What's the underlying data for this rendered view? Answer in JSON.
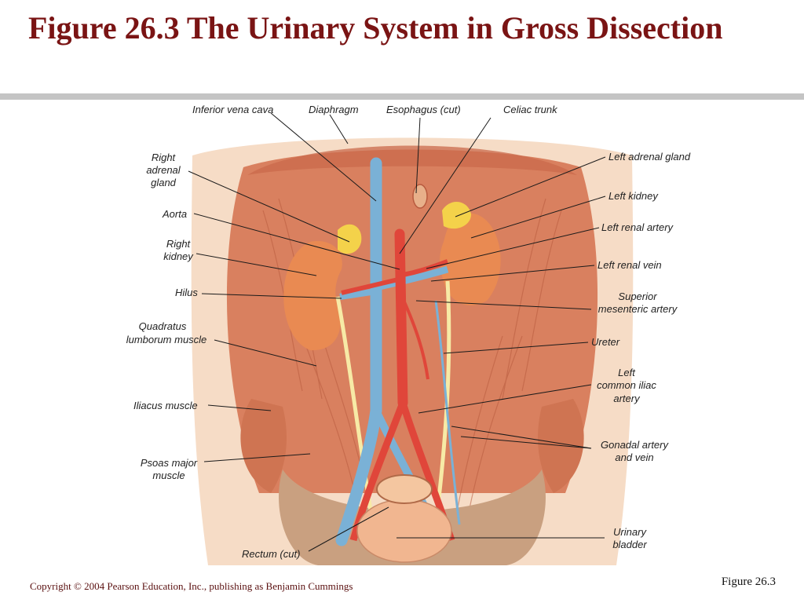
{
  "slide": {
    "title": "Figure 26.3  The Urinary System in Gross Dissection",
    "copyright": "Copyright © 2004 Pearson Education, Inc., publishing as Benjamin Cummings",
    "figure_ref": "Figure 26.3"
  },
  "labels": {
    "inferior_vena_cava": "Inferior vena cava",
    "diaphragm": "Diaphragm",
    "esophagus": "Esophagus (cut)",
    "celiac_trunk": "Celiac trunk",
    "right_adrenal_gland": [
      "Right",
      "adrenal",
      "gland"
    ],
    "aorta": "Aorta",
    "right_kidney": [
      "Right",
      "kidney"
    ],
    "hilus": "Hilus",
    "quadratus_lumborum": [
      "Quadratus",
      "lumborum muscle"
    ],
    "iliacus_muscle": "Iliacus muscle",
    "psoas_major": [
      "Psoas major",
      "muscle"
    ],
    "rectum": "Rectum (cut)",
    "left_adrenal_gland": "Left adrenal gland",
    "left_kidney": "Left kidney",
    "left_renal_artery": "Left renal artery",
    "left_renal_vein": "Left renal vein",
    "superior_mesenteric_artery": [
      "Superior",
      "mesenteric artery"
    ],
    "ureter": "Ureter",
    "left_common_iliac": [
      "Left",
      "common iliac",
      "artery"
    ],
    "gonadal": [
      "Gonadal artery",
      "and vein"
    ],
    "urinary_bladder": [
      "Urinary",
      "bladder"
    ]
  },
  "colors": {
    "title": "#7a1414",
    "muscle": "#d9805f",
    "muscle_dark": "#b85a3e",
    "skin": "#f6dcc6",
    "kidney": "#e98a52",
    "adrenal": "#f4d24a",
    "vein": "#7ab1d6",
    "artery": "#e0463a",
    "ureter": "#f7eaa6",
    "bladder": "#f1b690"
  }
}
